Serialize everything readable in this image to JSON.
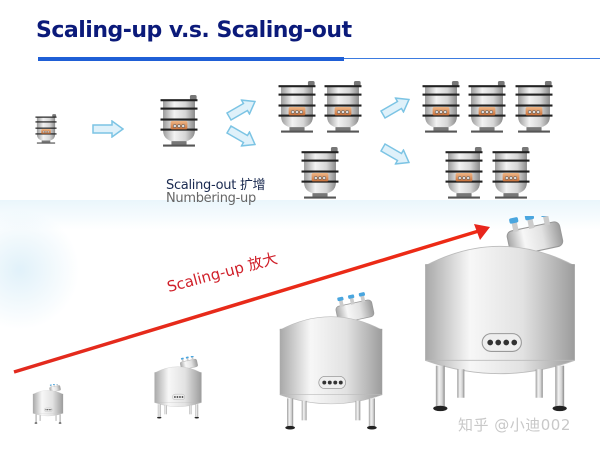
{
  "header": {
    "title": "Scaling-up v.s. Scaling-out"
  },
  "scaling_out": {
    "label": "Scaling-out 扩增",
    "sublabel": "Numbering-up",
    "stages": [
      {
        "stage": 1,
        "vessels": 1,
        "size": "small"
      },
      {
        "stage": 2,
        "vessels": 1,
        "size": "medium"
      },
      {
        "stage": 3,
        "vessels": 3,
        "size": "medium"
      },
      {
        "stage": 4,
        "vessels": 5,
        "size": "medium"
      }
    ],
    "arrow_color": "#bfe3f3"
  },
  "scaling_up": {
    "label": "Scaling-up 放大",
    "arrow_color": "#e8261c",
    "tanks": [
      {
        "id": "tank-1",
        "size": "x-small"
      },
      {
        "id": "tank-2",
        "size": "small"
      },
      {
        "id": "tank-3",
        "size": "medium"
      },
      {
        "id": "tank-4",
        "size": "large"
      }
    ]
  },
  "watermark": "知乎 @小迪002",
  "colors": {
    "title": "#0b1a7a",
    "rule": "#1f5fd6",
    "scaling_up_text": "#d0202a"
  }
}
